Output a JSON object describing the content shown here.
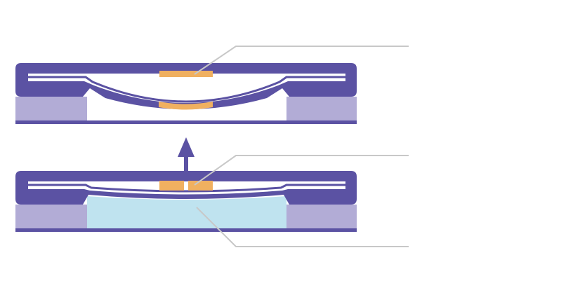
{
  "diagram": {
    "colors": {
      "frame": "#5b52a3",
      "frame_light": "#b2acd6",
      "electrode": "#f0b060",
      "fluid": "#bfe3ef",
      "leader": "#c8c8c8",
      "background": "#ffffff"
    },
    "panels": [
      {
        "state": "relaxed",
        "membrane": "deflected",
        "chamber": "empty"
      },
      {
        "state": "actuated",
        "membrane": "flat",
        "chamber": "filled"
      }
    ],
    "arrow": {
      "direction": "up"
    },
    "callouts": [
      {
        "target": "top-electrode-pad",
        "label": ""
      },
      {
        "target": "bottom-electrode-pad",
        "label": ""
      },
      {
        "target": "membrane",
        "label": ""
      }
    ]
  }
}
